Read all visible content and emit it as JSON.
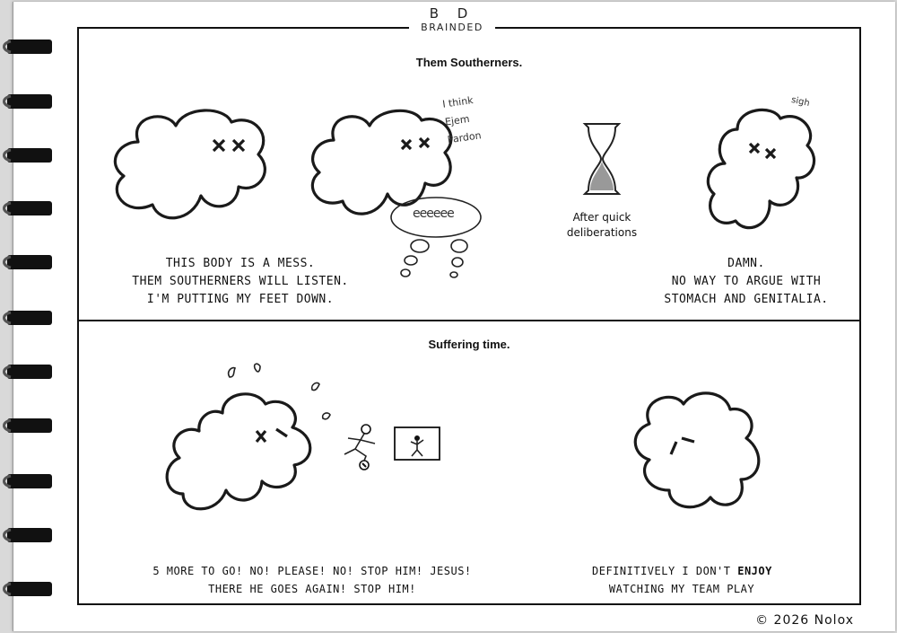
{
  "header": {
    "logo_mark": "B D",
    "logo_text": "BRAINDED"
  },
  "panel_top": {
    "title": "Them Southerners.",
    "caption_left": [
      "THIS BODY IS A MESS.",
      "THEM SOUTHERNERS WILL LISTEN.",
      "I'M PUTTING MY FEET DOWN."
    ],
    "side_note": [
      "I think",
      "Ejem",
      "Pardon"
    ],
    "thought_text": "ееееее",
    "hourglass_caption": [
      "After quick",
      "deliberations"
    ],
    "sigh": "sigh",
    "caption_right": [
      "DAMN.",
      "NO WAY TO ARGUE WITH",
      "STOMACH AND GENITALIA."
    ]
  },
  "panel_bottom": {
    "title": "Suffering time.",
    "caption_left": [
      "5 MORE TO GO! NO! PLEASE! NO! STOP HIM! JESUS!",
      "THERE HE GOES AGAIN! STOP HIM!"
    ],
    "caption_right_pre": "DEFINITIVELY I DON'T ",
    "caption_right_emph": "ENJOY",
    "caption_right_line2": "WATCHING MY TEAM PLAY"
  },
  "footer": {
    "copyright": "© 2026  Nolox"
  }
}
